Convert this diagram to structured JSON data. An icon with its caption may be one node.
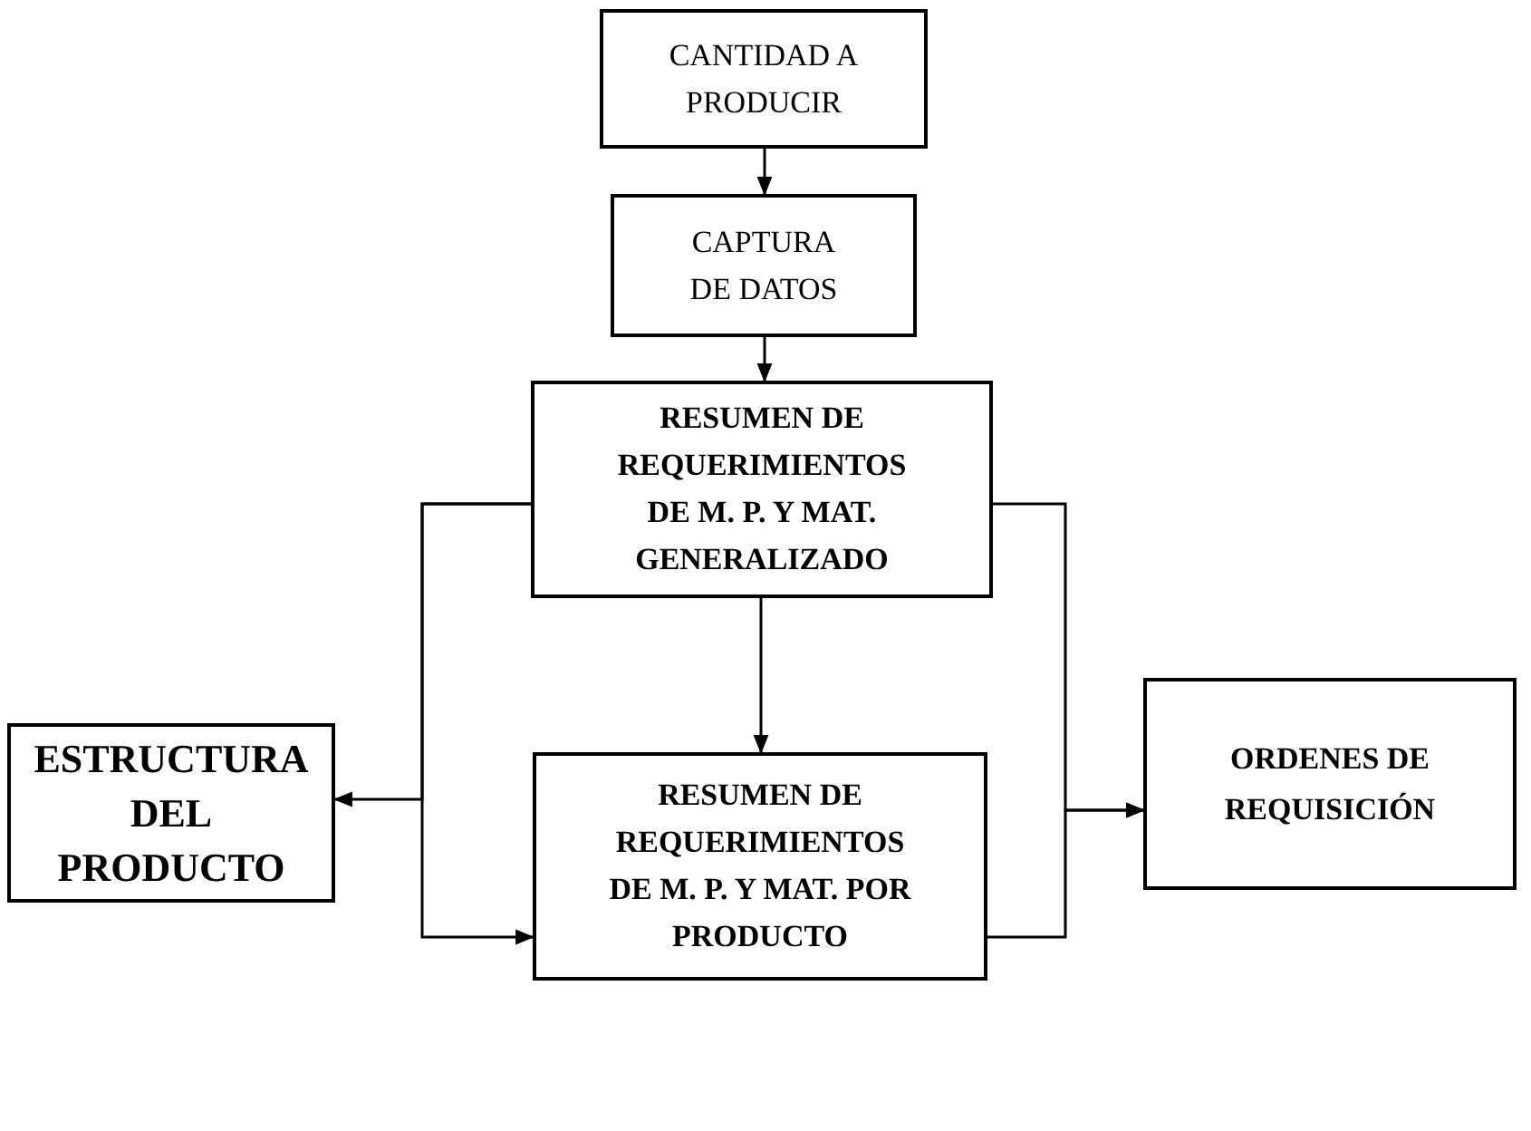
{
  "diagram": {
    "nodes": [
      {
        "text": [
          "CANTIDAD A PRODUCIR"
        ]
      },
      {
        "text": [
          "CAPTURA DE DATOS"
        ]
      },
      {
        "text": [
          "RESUMEN DE REQUERIMIENTOS DE M. P. Y MAT. GENERALIZADO"
        ]
      },
      {
        "text": [
          "ESTRUCTURA DEL PRODUCTO"
        ]
      },
      {
        "text": [
          "RESUMEN DE REQUERIMIENTOS DE M. P. Y MAT. POR PRODUCTO"
        ]
      },
      {
        "text": [
          "ORDENES DE REQUISICIÓN"
        ]
      }
    ],
    "edges": [
      {
        "from": 0,
        "to": 1,
        "arrow": "to"
      },
      {
        "from": 1,
        "to": 2,
        "arrow": "to"
      },
      {
        "from": 2,
        "to": 4,
        "arrow": "to"
      },
      {
        "from": 2,
        "to": 3,
        "arrow": "to"
      },
      {
        "from": 2,
        "to": 4,
        "arrow": "to"
      },
      {
        "from": 2,
        "to": 5,
        "arrow": "to"
      },
      {
        "from": 4,
        "to": 5,
        "arrow": "to"
      }
    ]
  }
}
